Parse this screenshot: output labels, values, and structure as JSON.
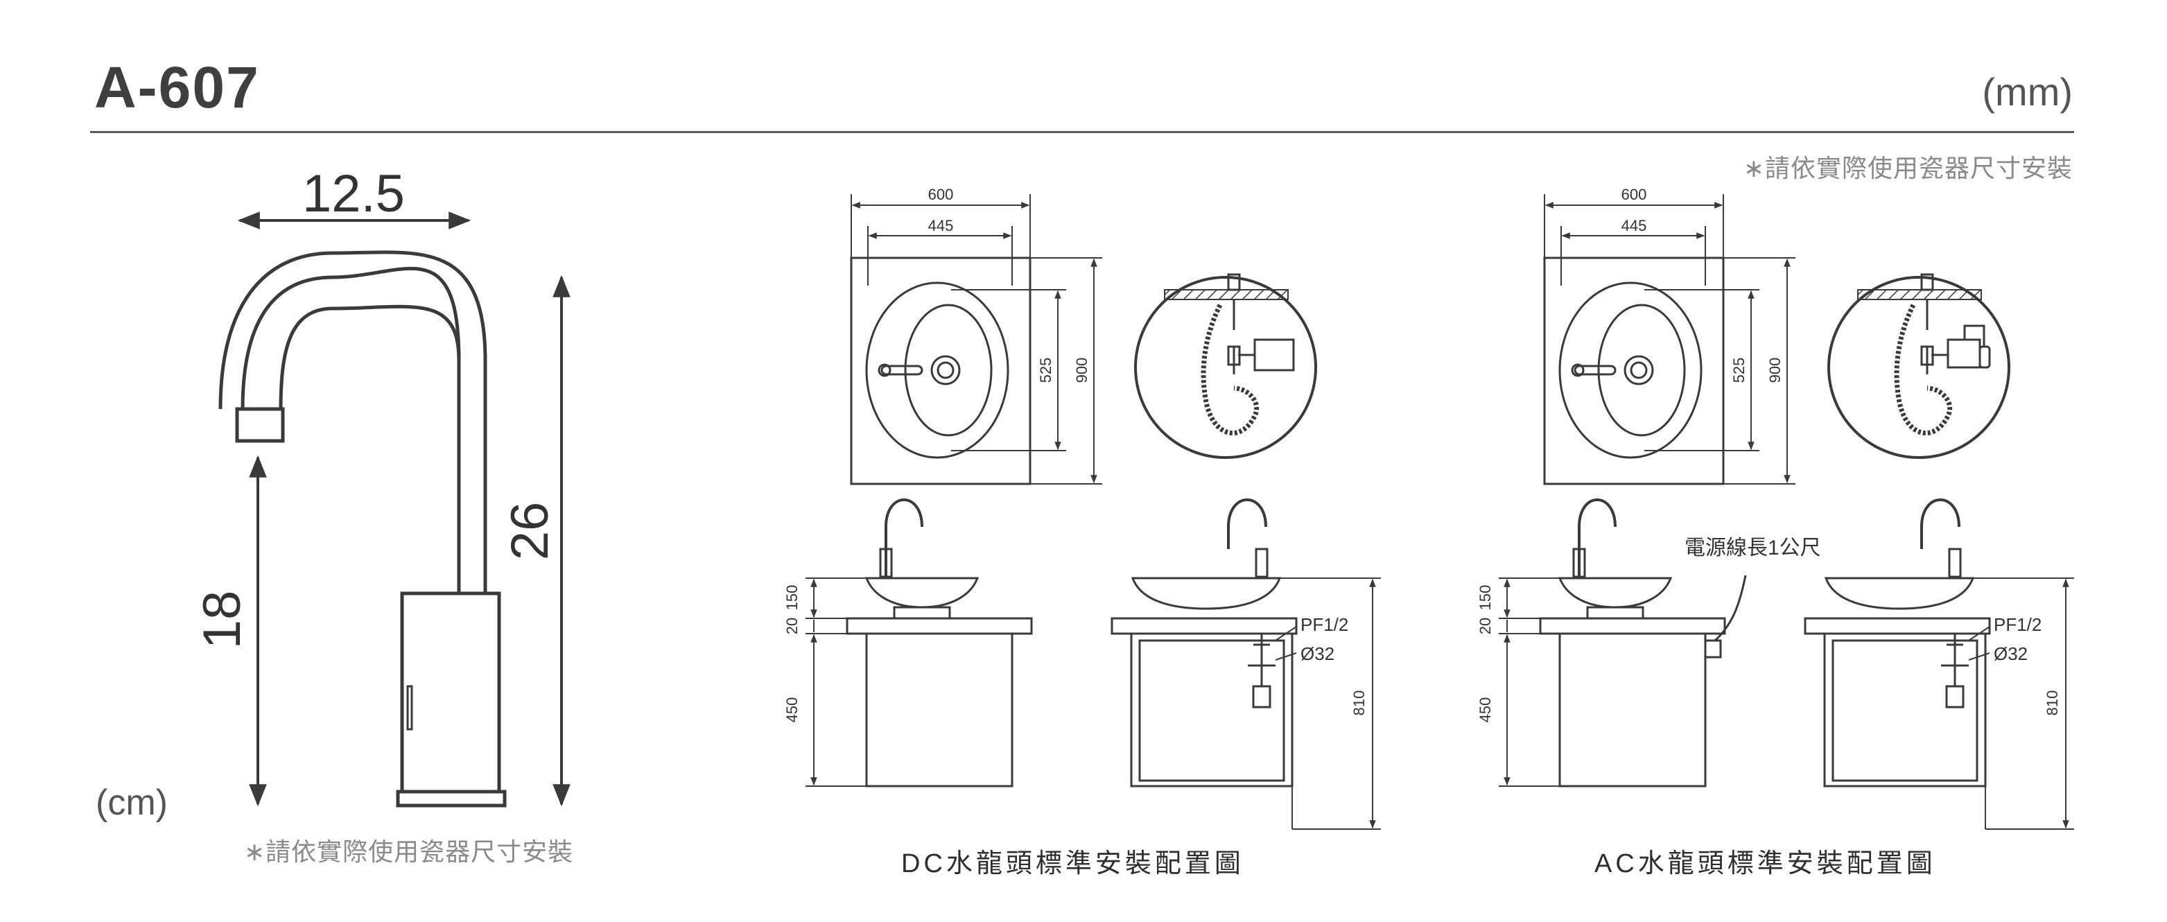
{
  "header": {
    "model": "A-607",
    "unit_mm": "(mm)",
    "install_note": "∗請依實際使用瓷器尺寸安裝"
  },
  "faucet_profile": {
    "unit": "(cm)",
    "spout_reach": "12.5",
    "total_height": "26",
    "spout_height": "18",
    "install_note": "∗請依實際使用瓷器尺寸安裝"
  },
  "dc_layout": {
    "caption": "DC水龍頭標準安裝配置圖",
    "width_outer": "600",
    "width_inner": "445",
    "depth_inner": "525",
    "depth_outer": "900",
    "h_150": "150",
    "h_20": "20",
    "h_450": "450",
    "h_810": "810",
    "pipe_thread": "PF1/2",
    "pipe_dia": "Ø32"
  },
  "ac_layout": {
    "caption": "AC水龍頭標準安裝配置圖",
    "width_outer": "600",
    "width_inner": "445",
    "depth_inner": "525",
    "depth_outer": "900",
    "h_150": "150",
    "h_20": "20",
    "h_450": "450",
    "h_810": "810",
    "pipe_thread": "PF1/2",
    "pipe_dia": "Ø32",
    "cable_note": "電源線長1公尺"
  },
  "colors": {
    "line": "#3a3a3a",
    "note": "#8a8a8a",
    "rule": "#5a5a5a"
  }
}
